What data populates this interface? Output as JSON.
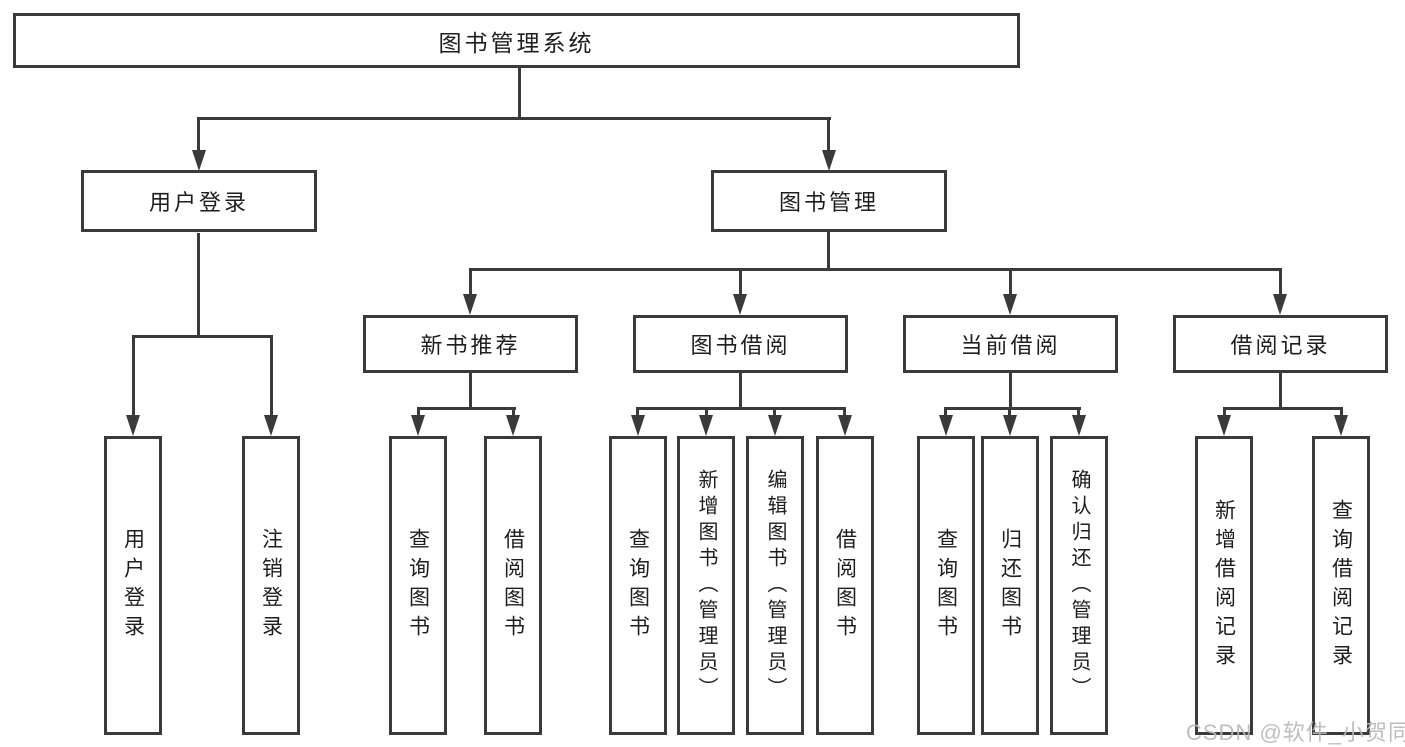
{
  "diagram": {
    "root": {
      "label": "图书管理系统"
    },
    "level2": {
      "user_login": {
        "label": "用户登录"
      },
      "book_management": {
        "label": "图书管理"
      }
    },
    "level3": {
      "new_book_recommendation": {
        "label": "新书推荐"
      },
      "book_borrowing": {
        "label": "图书借阅"
      },
      "current_borrowing": {
        "label": "当前借阅"
      },
      "borrowing_records": {
        "label": "借阅记录"
      }
    },
    "leaves": {
      "user_login": {
        "label": "用户登录"
      },
      "logout": {
        "label": "注销登录"
      },
      "nbr_query_books": {
        "label": "查询图书"
      },
      "nbr_borrow_books": {
        "label": "借阅图书"
      },
      "bb_query_books": {
        "label": "查询图书"
      },
      "bb_add_books_admin": {
        "label": "新增图书（管理员）"
      },
      "bb_edit_books_admin": {
        "label": "编辑图书（管理员）"
      },
      "bb_borrow_books": {
        "label": "借阅图书"
      },
      "cb_query_books": {
        "label": "查询图书"
      },
      "cb_return_books": {
        "label": "归还图书"
      },
      "cb_confirm_return_admin": {
        "label": "确认归还（管理员）"
      },
      "br_add_record": {
        "label": "新增借阅记录"
      },
      "br_query_record": {
        "label": "查询借阅记录"
      }
    }
  },
  "watermark": {
    "text": "CSDN @软件_小贺同学"
  },
  "colors": {
    "line": "#3a3a3a",
    "text": "#1e1e1e",
    "background": "#ffffff",
    "watermark": "#b9b9b9"
  }
}
